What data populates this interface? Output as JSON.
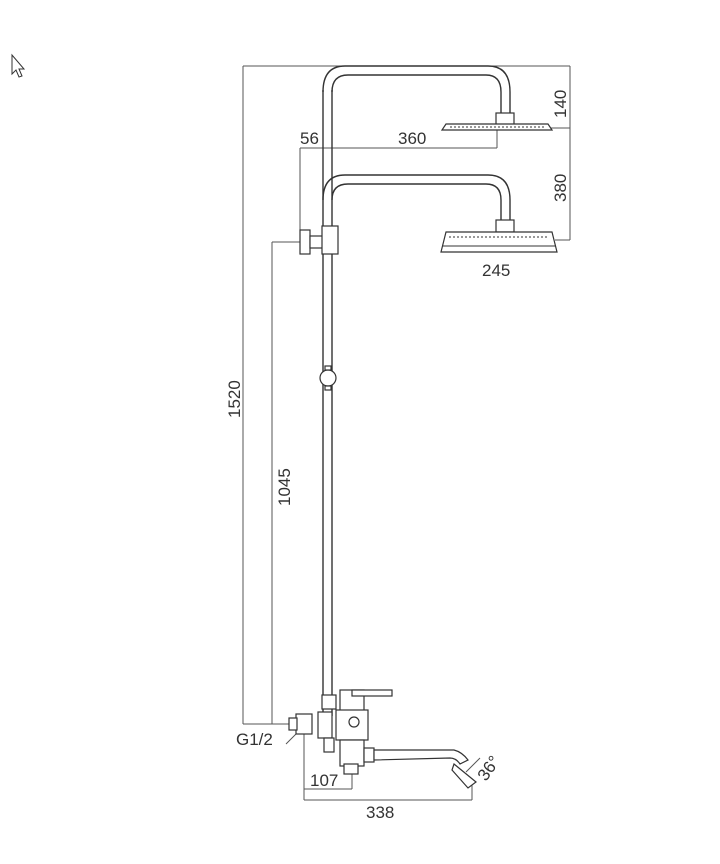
{
  "diagram": {
    "dimensions": {
      "total_height": "1520",
      "inlet_height": "1045",
      "top_head_drop": "140",
      "arm_spacing": "380",
      "top_arm_reach": "360",
      "wall_offset": "56",
      "head_diameter": "245",
      "spout_offset": "107",
      "spout_reach": "338",
      "spout_angle": "36°",
      "thread": "G1/2"
    },
    "colors": {
      "line": "#333333",
      "background": "#ffffff"
    },
    "cursor_icon": "arrow-cursor-icon"
  }
}
